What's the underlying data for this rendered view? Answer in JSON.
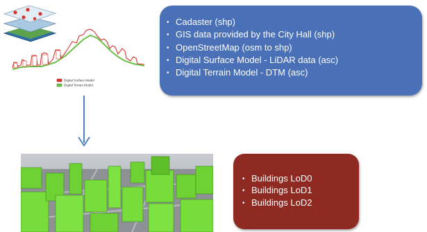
{
  "data_sources": {
    "items": [
      "Cadaster  (shp)",
      "GIS data provided by the City Hall (shp)",
      "OpenStreetMap (osm to shp)",
      "Digital Surface Model - LiDAR data (asc)",
      "Digital Terrain Model  - DTM (asc)"
    ],
    "bullet": "•"
  },
  "legend": {
    "surface_label": "Digital Surface Model",
    "terrain_label": "Digital Terrain Model"
  },
  "outputs": {
    "items": [
      "Buildings LoD0",
      "Buildings LoD1",
      "Buildings LoD2"
    ],
    "bullet": "•"
  },
  "colors": {
    "blue_box": "#4a71b8",
    "red_box": "#8e2a22",
    "arrow": "#4f7fbf",
    "surface_line": "#d9342b",
    "terrain_line": "#6dbe45",
    "buildings": "#76dd3a"
  }
}
